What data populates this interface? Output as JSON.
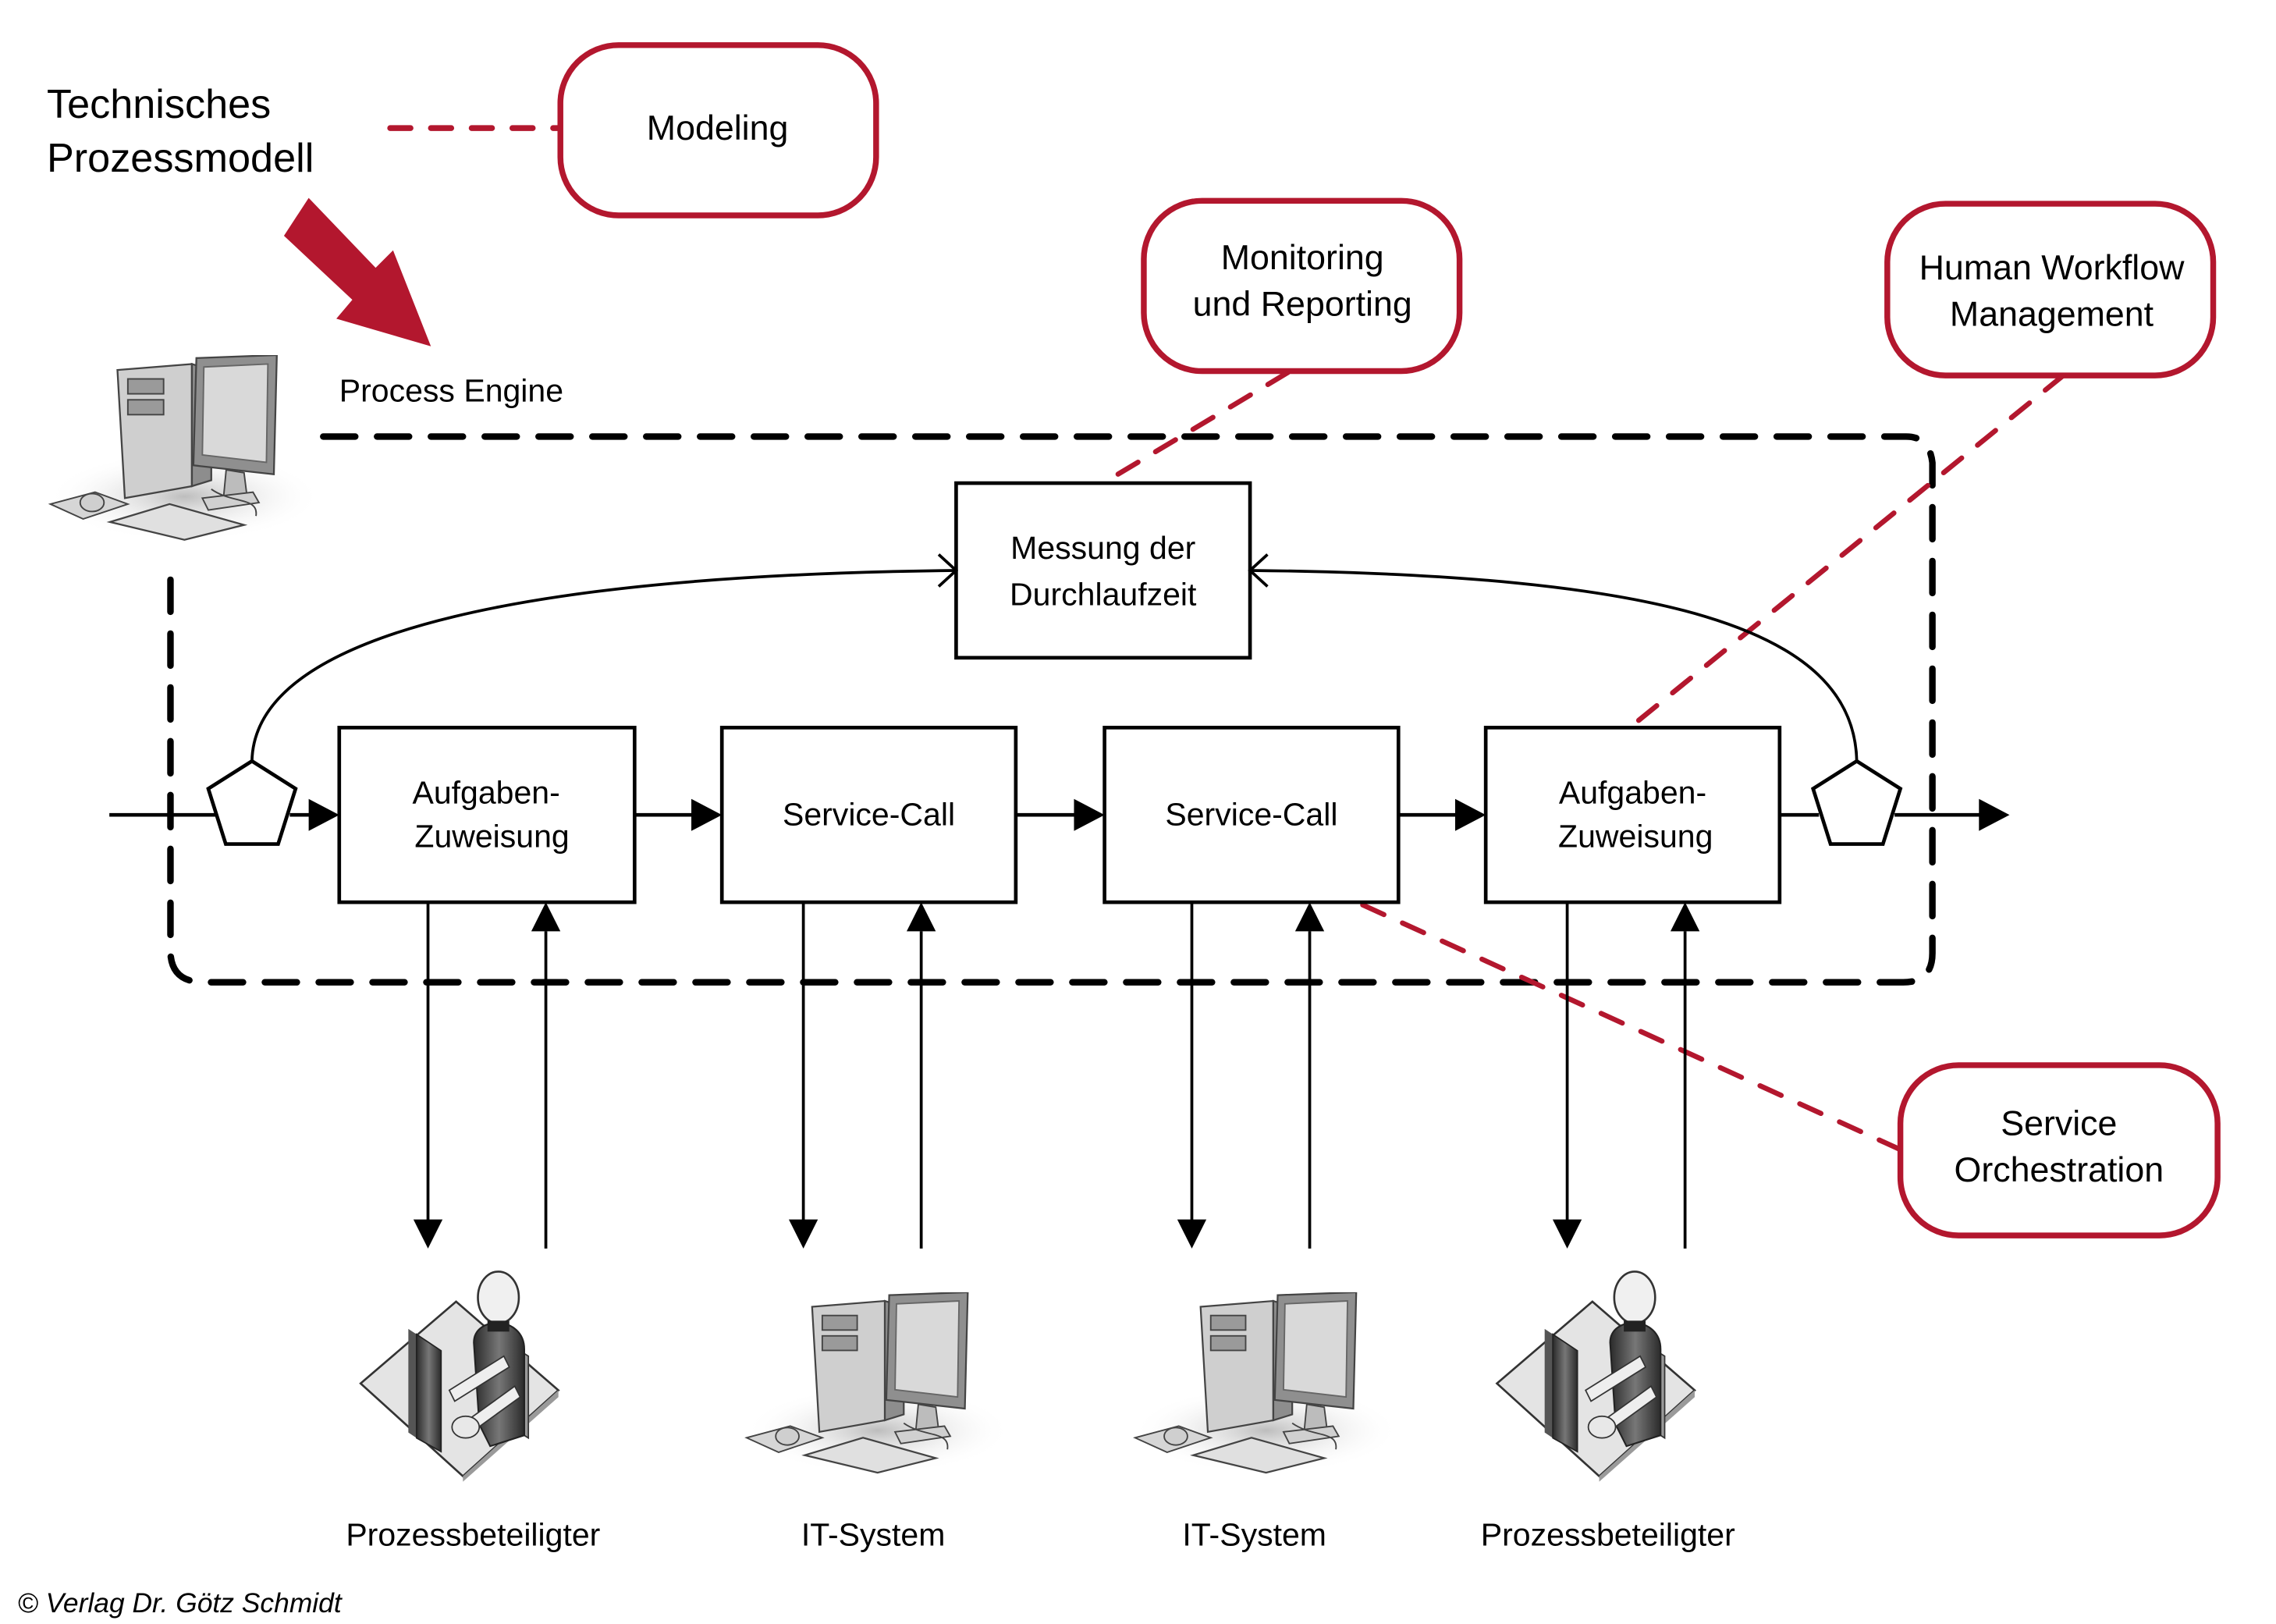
{
  "colors": {
    "accent_red": "#B3172E",
    "line": "#000000",
    "background": "#FFFFFF",
    "icon_gray": "#9A9A9A"
  },
  "source": {
    "line1": "Technisches",
    "line2": "Prozessmodell"
  },
  "engine_label": "Process Engine",
  "annotations": {
    "modeling": {
      "lines": [
        "Modeling"
      ]
    },
    "monitoring": {
      "lines": [
        "Monitoring",
        "und Reporting"
      ]
    },
    "human_workflow": {
      "lines": [
        "Human Workflow",
        "Management"
      ]
    },
    "service_orchestration": {
      "lines": [
        "Service",
        "Orchestration"
      ]
    }
  },
  "measurement": {
    "lines": [
      "Messung der",
      "Durchlaufzeit"
    ]
  },
  "activities": [
    {
      "lines": [
        "Aufgaben-",
        "Zuweisung"
      ],
      "participant": "Prozessbeteiligter",
      "participant_icon": "person-at-workstation-icon"
    },
    {
      "lines": [
        "Service-Call"
      ],
      "participant": "IT-System",
      "participant_icon": "desktop-computer-icon"
    },
    {
      "lines": [
        "Service-Call"
      ],
      "participant": "IT-System",
      "participant_icon": "desktop-computer-icon"
    },
    {
      "lines": [
        "Aufgaben-",
        "Zuweisung"
      ],
      "participant": "Prozessbeteiligter",
      "participant_icon": "person-at-workstation-icon"
    }
  ],
  "copyright": "© Verlag Dr. Götz Schmidt"
}
